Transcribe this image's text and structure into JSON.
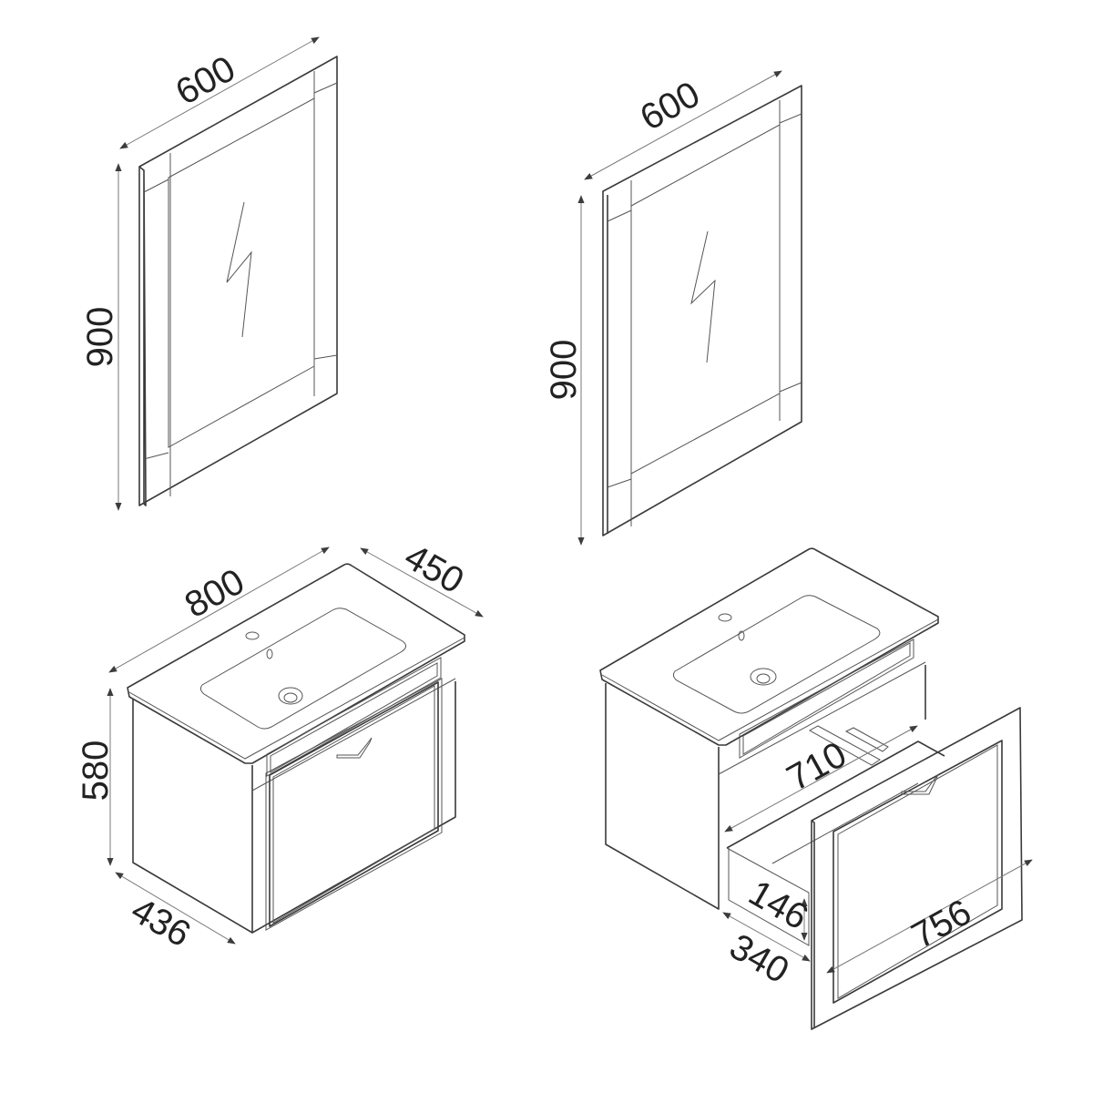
{
  "title": "Bathroom vanity set dimension drawing",
  "units": "mm",
  "colors": {
    "line": "#3a3a3a",
    "dimension": "#7a7a7a",
    "background": "#ffffff"
  },
  "mirror_left": {
    "width_label": "600",
    "height_label": "900"
  },
  "mirror_right": {
    "width_label": "600",
    "height_label": "900"
  },
  "cabinet_closed": {
    "width_label": "800",
    "depth_label": "450",
    "height_label": "580",
    "body_depth_label": "436"
  },
  "cabinet_open": {
    "drawer_inner_width_label": "710",
    "drawer_height_label": "146",
    "drawer_depth_label": "340",
    "drawer_front_width_label": "756"
  }
}
